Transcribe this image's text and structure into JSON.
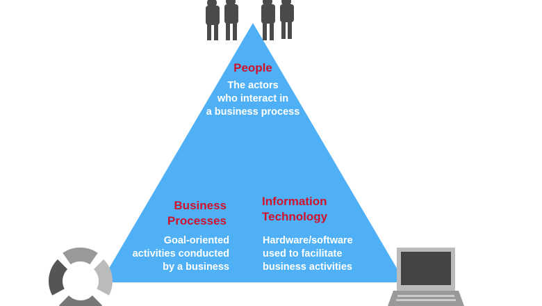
{
  "colors": {
    "pyramid": "#4fb0f5",
    "heading": "#d0112b",
    "body_text": "#ffffff",
    "icon": "#4a4a4a"
  },
  "apex": {
    "icon": "people-silhouettes-icon",
    "title": "People",
    "lines": [
      "The actors",
      "who interact in",
      "a business process"
    ]
  },
  "left": {
    "icon": "cycle-arrows-icon",
    "title_lines": [
      "Business",
      "Processes"
    ],
    "lines": [
      "Goal-oriented",
      "activities conducted",
      "by a business"
    ]
  },
  "right": {
    "icon": "laptop-icon",
    "title_lines": [
      "Information",
      "Technology"
    ],
    "lines": [
      "Hardware/software",
      "used to facilitate",
      "business activities"
    ]
  }
}
